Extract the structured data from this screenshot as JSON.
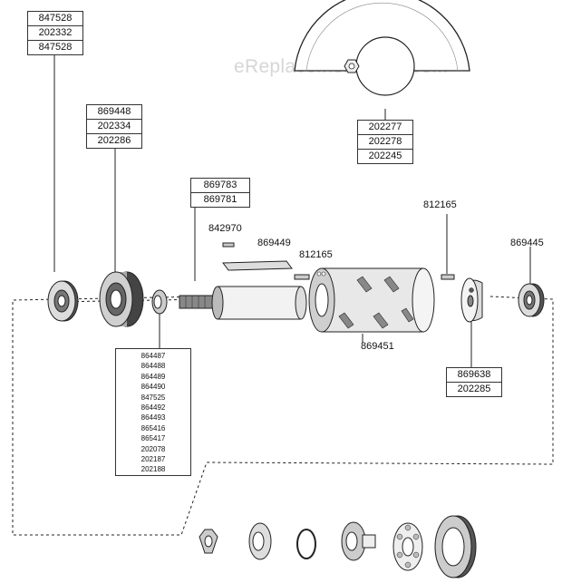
{
  "watermark": "eReplacementParts.com",
  "callouts": {
    "bearing_left": [
      "847528",
      "202332",
      "847528"
    ],
    "bearing_housing": [
      "869448",
      "202334",
      "202286"
    ],
    "shaft": [
      "869783",
      "869781"
    ],
    "guard": [
      "202277",
      "202278",
      "202245"
    ],
    "end_plate": [
      "869638",
      "202285"
    ],
    "kit_list": [
      "864487",
      "864488",
      "864489",
      "864490",
      "847525",
      "864492",
      "864493",
      "865416",
      "865417",
      "202078",
      "202187",
      "202188"
    ]
  },
  "labels": {
    "key_small": "842970",
    "blade": "869449",
    "key_mid": "812165",
    "key_right": "812165",
    "bearing_right": "869445",
    "cutterhead": "869451"
  }
}
